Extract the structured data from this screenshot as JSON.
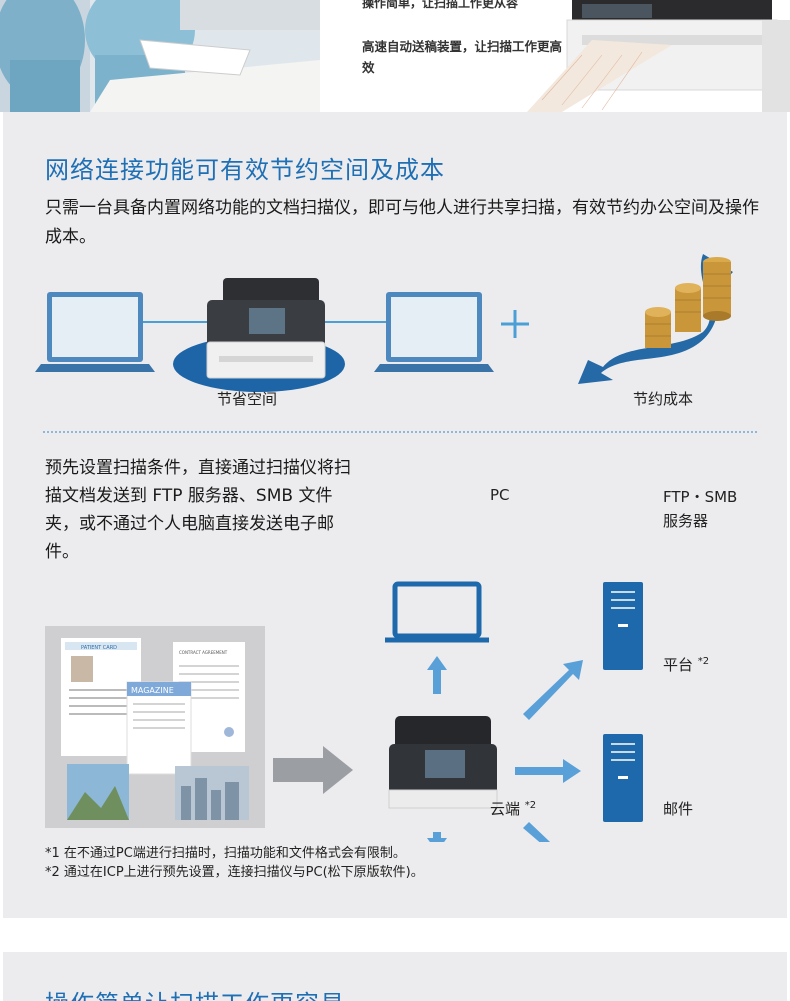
{
  "top": {
    "line1": "操作简单，让扫描工作更从容",
    "line2": "高速自动送稿装置，让扫描工作更高效"
  },
  "network": {
    "title": "网络连接功能可有效节约空间及成本",
    "description": "只需一台具备内置网络功能的文档扫描仪，即可与他人进行共享扫描，有效节约办公空间及操作成本。",
    "save_space_label": "节省空间",
    "save_cost_label": "节约成本"
  },
  "flow": {
    "description": "预先设置扫描条件，直接通过扫描仪将扫描文档发送到 FTP 服务器、SMB 文件夹，或不通过个人电脑直接发送电子邮件。",
    "pc_label": "PC",
    "ftp_label_1": "FTP・SMB",
    "ftp_label_2": "服务器",
    "platform_label": "平台",
    "platform_sup": "*2",
    "cloud_label": "云端",
    "cloud_sup": "*2",
    "mail_label": "邮件",
    "doc_patient_card": "PATIENT CARD",
    "doc_contract": "CONTRACT AGREEMENT",
    "doc_magazine": "MAGAZINE"
  },
  "notes": {
    "note1": "*1 在不通过PC端进行扫描时，扫描功能和文件格式会有限制。",
    "note2": "*2 通过在ICP上进行预先设置，连接扫描仪与PC(松下原版软件)。"
  },
  "bottom": {
    "title": "操作简单让扫描工作更容易"
  },
  "colors": {
    "accent_blue": "#1f6fb5",
    "section_bg": "#ececee",
    "arrow_blue": "#3d8fd0"
  }
}
